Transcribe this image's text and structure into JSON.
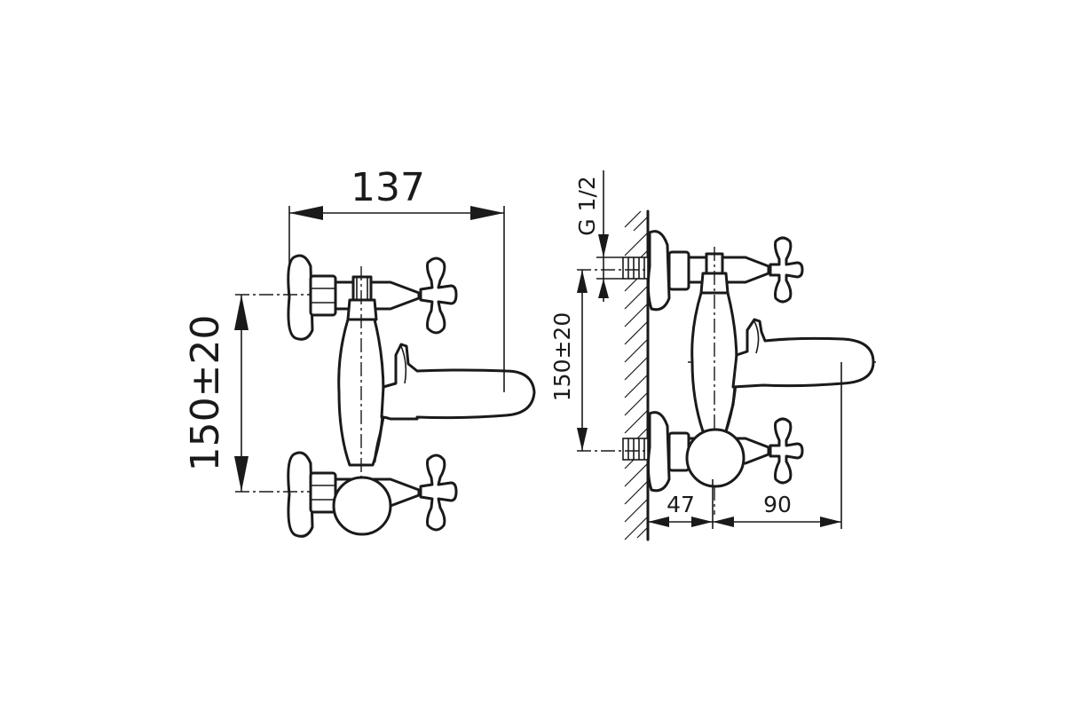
{
  "front_view": {
    "width_dim": "137",
    "centers_dim": "150±20"
  },
  "side_view": {
    "thread_dim": "G 1/2",
    "centers_dim": "150±20",
    "depth_dim": "47",
    "spout_dim": "90"
  }
}
